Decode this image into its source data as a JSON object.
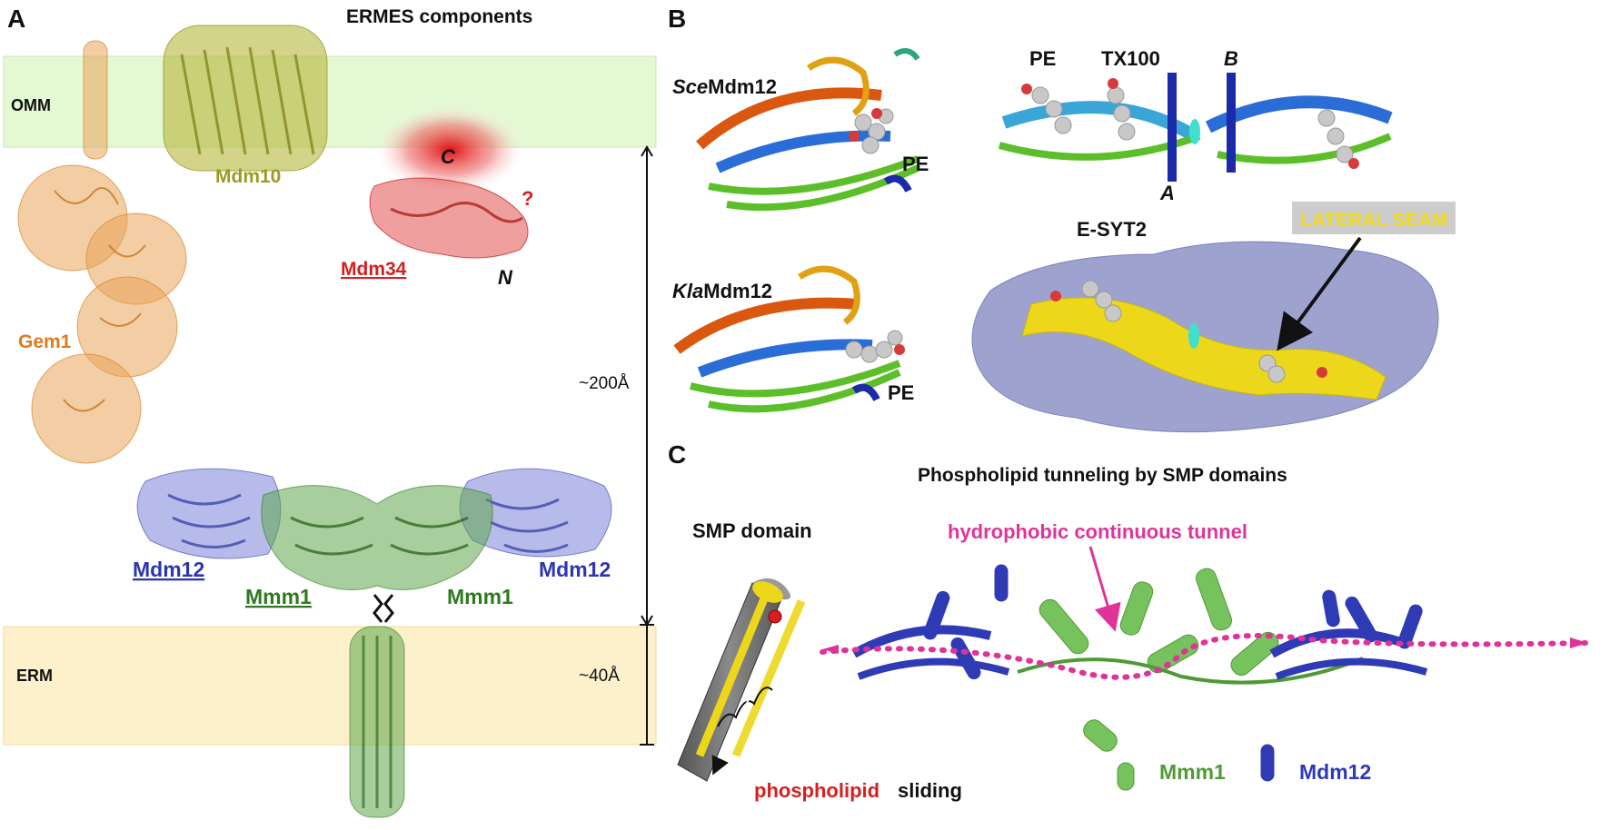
{
  "panels": {
    "a": "A",
    "b": "B",
    "c": "C"
  },
  "panel_a": {
    "title": "ERMES components",
    "membranes": {
      "omm": "OMM",
      "erm": "ERM"
    },
    "proteins": {
      "mdm10": "Mdm10",
      "mdm34": "Mdm34",
      "gem1": "Gem1",
      "mdm12_left": "Mdm12",
      "mdm12_right": "Mdm12",
      "mmm1_left": "Mmm1",
      "mmm1_right": "Mmm1"
    },
    "terminus_c": "C",
    "terminus_n": "N",
    "question_mark": "?",
    "distance_long": "~200Å",
    "distance_short": "~40Å",
    "colors": {
      "omm": "#e4f8d4",
      "erm": "#fdf1cc",
      "mdm10": "#9ea326",
      "mdm34": "#d62020",
      "gem1": "#e58a2c",
      "mdm12": "#3843b8",
      "mmm1": "#2f7a1e"
    }
  },
  "panel_b": {
    "sce_label_italic": "Sce",
    "sce_label_rest": "Mdm12",
    "kla_label_italic": "Kla",
    "kla_label_rest": "Mdm12",
    "pe_1": "PE",
    "pe_2": "PE",
    "pe_3": "PE",
    "tx100": "TX100",
    "chain_a": "A",
    "chain_b": "B",
    "esyt2": "E-SYT2",
    "lateral_seam": "LATERAL SEAM",
    "colors": {
      "surface": "#9ea2cf",
      "seam": "#ecd71a"
    }
  },
  "panel_c": {
    "title": "Phospholipid tunneling by SMP domains",
    "smp_domain": "SMP domain",
    "tunnel": "hydrophobic continuous tunnel",
    "phospholipid": "phospholipid",
    "sliding": "sliding",
    "mmm1": "Mmm1",
    "mdm12": "Mdm12",
    "colors": {
      "tunnel": "#e0339a",
      "phospholipid": "#d71f1f",
      "mmm1": "#4f9a34",
      "mdm12": "#2f3bb5"
    }
  }
}
